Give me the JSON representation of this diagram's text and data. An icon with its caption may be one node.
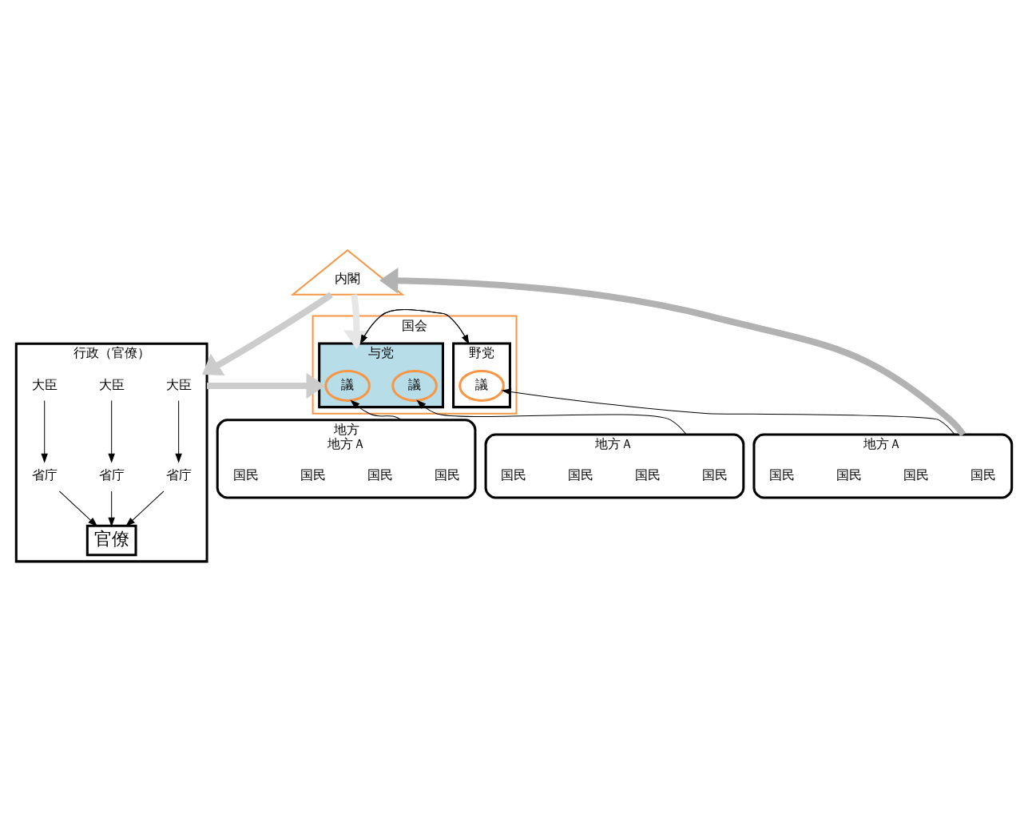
{
  "diagram": {
    "nodes": [
      {
        "text": [
          "行政（官僚）"
        ]
      },
      {
        "text": [
          "大臣"
        ],
        "in": 0
      },
      {
        "text": [
          "大臣"
        ],
        "in": 0
      },
      {
        "text": [
          "大臣"
        ],
        "in": 0
      },
      {
        "text": [
          "省庁"
        ],
        "in": 0
      },
      {
        "text": [
          "省庁"
        ],
        "in": 0
      },
      {
        "text": [
          "省庁"
        ],
        "in": 0
      },
      {
        "text": [
          "官僚"
        ],
        "in": 0
      },
      {
        "text": [
          "内閣"
        ]
      },
      {
        "text": [
          "国会"
        ]
      },
      {
        "text": [
          "与党"
        ],
        "in": 9
      },
      {
        "text": [
          "議"
        ],
        "in": 10
      },
      {
        "text": [
          "議"
        ],
        "in": 10
      },
      {
        "text": [
          "野党"
        ],
        "in": 9
      },
      {
        "text": [
          "議"
        ],
        "in": 13
      },
      {
        "text": [
          "地方",
          "地方Ａ"
        ]
      },
      {
        "text": [
          "国民"
        ],
        "in": 15
      },
      {
        "text": [
          "国民"
        ],
        "in": 15
      },
      {
        "text": [
          "国民"
        ],
        "in": 15
      },
      {
        "text": [
          "国民"
        ],
        "in": 15
      },
      {
        "text": [
          "地方Ａ"
        ]
      },
      {
        "text": [
          "国民"
        ],
        "in": 20
      },
      {
        "text": [
          "国民"
        ],
        "in": 20
      },
      {
        "text": [
          "国民"
        ],
        "in": 20
      },
      {
        "text": [
          "国民"
        ],
        "in": 20
      },
      {
        "text": [
          "地方Ａ"
        ]
      },
      {
        "text": [
          "国民"
        ],
        "in": 25
      },
      {
        "text": [
          "国民"
        ],
        "in": 25
      },
      {
        "text": [
          "国民"
        ],
        "in": 25
      },
      {
        "text": [
          "国民"
        ],
        "in": 25
      }
    ],
    "edges": [
      {
        "from": 1,
        "to": 4,
        "arrow": "to"
      },
      {
        "from": 2,
        "to": 5,
        "arrow": "to"
      },
      {
        "from": 3,
        "to": 6,
        "arrow": "to"
      },
      {
        "from": 4,
        "to": 7,
        "arrow": "to"
      },
      {
        "from": 5,
        "to": 7,
        "arrow": "to"
      },
      {
        "from": 6,
        "to": 7,
        "arrow": "to"
      },
      {
        "from": 8,
        "to": 0,
        "arrow": "to",
        "style": "thick",
        "color": "#cccccc"
      },
      {
        "from": 0,
        "to": 10,
        "arrow": "to",
        "style": "thick",
        "color": "#cccccc"
      },
      {
        "from": 8,
        "to": 10,
        "arrow": "to",
        "style": "thick",
        "color": "#e6e6e6"
      },
      {
        "from": 10,
        "to": 13,
        "arrow": "to"
      },
      {
        "from": 13,
        "to": 10,
        "arrow": "to"
      },
      {
        "from": 15,
        "to": 11,
        "arrow": "to"
      },
      {
        "from": 20,
        "to": 12,
        "arrow": "to"
      },
      {
        "from": 25,
        "to": 14,
        "arrow": "to"
      },
      {
        "from": 25,
        "to": 8,
        "arrow": "to",
        "style": "thick",
        "color": "#b2b2b2"
      }
    ]
  }
}
